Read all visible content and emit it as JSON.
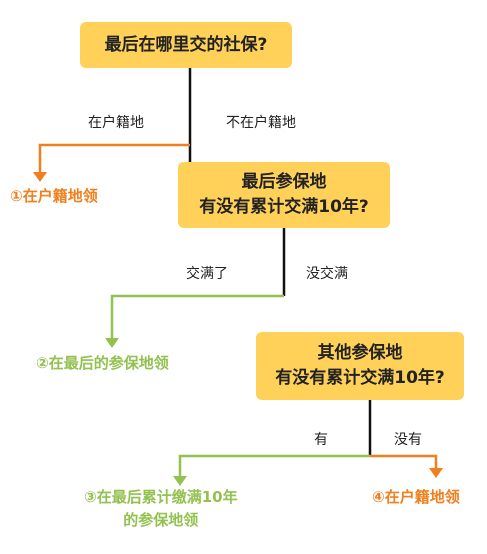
{
  "q1": "最后在哪里交的社保?",
  "branch1": {
    "left": "在户籍地",
    "right": "不在户籍地"
  },
  "out1": "①在户籍地领",
  "q2": {
    "line1": "最后参保地",
    "line2": "有没有累计交满10年?"
  },
  "branch2": {
    "left": "交满了",
    "right": "没交满"
  },
  "out2": "②在最后的参保地领",
  "q3": {
    "line1": "其他参保地",
    "line2": "有没有累计交满10年?"
  },
  "branch3": {
    "left": "有",
    "right": "没有"
  },
  "out3": {
    "line1": "③在最后累计缴满10年",
    "line2": "的参保地领"
  },
  "out4": "④在户籍地领",
  "colors": {
    "box": "#ffd159",
    "orange": "#f07f1d",
    "green": "#93c150",
    "line": "#111111"
  }
}
